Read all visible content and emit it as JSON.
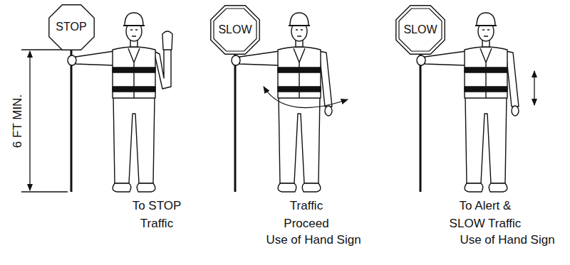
{
  "diagram": {
    "nodes": [
      {
        "text": [
          "STOP"
        ]
      },
      {
        "text": [
          "SLOW"
        ]
      },
      {
        "text": [
          "SLOW"
        ]
      }
    ],
    "labels": [
      "6 FT MIN.",
      "To STOP Traffic",
      "Traffic Proceed",
      "Use of Hand Sign",
      "To Alert & SLOW Traffic",
      "Use of Hand Sign"
    ]
  }
}
